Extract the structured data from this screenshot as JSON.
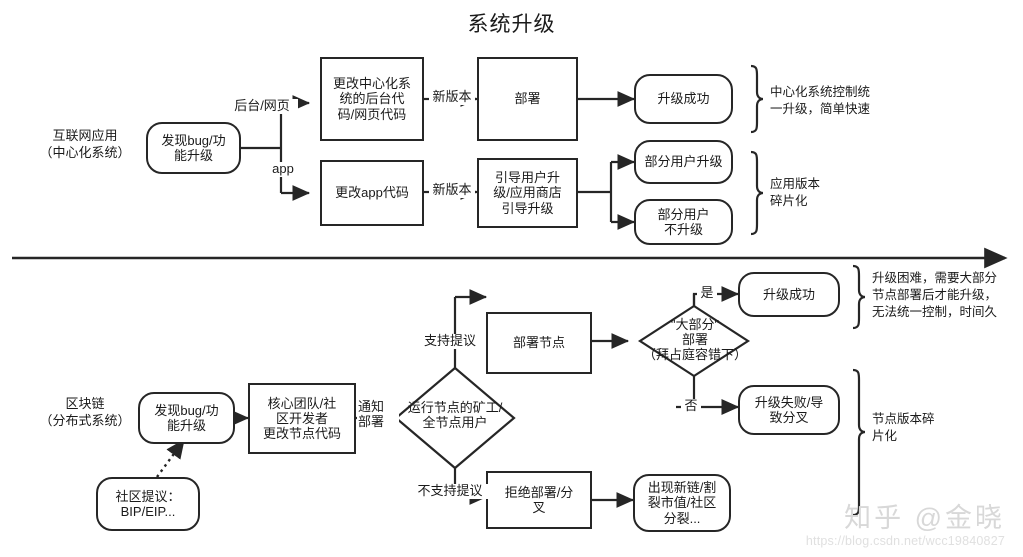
{
  "title": "系统升级",
  "sections": {
    "top": {
      "row_label": "互联网应用\n（中心化系统）"
    },
    "bottom": {
      "row_label": "区块链\n（分布式系统）"
    }
  },
  "nodes": {
    "n_find_bug_top": "发现bug/功\n能升级",
    "n_change_backend": "更改中心化系\n统的后台代\n码/网页代码",
    "n_deploy": "部署",
    "n_upgrade_success_top": "升级成功",
    "n_change_app": "更改app代码",
    "n_guide_user": "引导用户升\n级/应用商店\n引导升级",
    "n_some_users_upgrade": "部分用户升级",
    "n_some_users_not_upgrade": "部分用户\n不升级",
    "n_find_bug_bottom": "发现bug/功\n能升级",
    "n_community_proposal": "社区提议：\nBIP/EIP...",
    "n_core_team": "核心团队/社\n区开发者\n更改节点代码",
    "n_miners_decision": "运行节点的矿工/\n全节点用户",
    "n_deploy_node": "部署节点",
    "n_majority_decision": "\"大部分\"\n部署\n（拜占庭容错下）",
    "n_upgrade_success_bottom": "升级成功",
    "n_upgrade_fail": "升级失败/导\n致分叉",
    "n_refuse_deploy": "拒绝部署/分\n叉",
    "n_new_chain": "出现新链/割\n裂市值/社区\n分裂..."
  },
  "edge_labels": {
    "e_backend_web": "后台/网页",
    "e_app": "app",
    "e_new_version_1": "新版本",
    "e_new_version_2": "新版本",
    "e_notify_deploy": "通知\n部署",
    "e_support": "支持提议",
    "e_not_support": "不支持提议",
    "e_yes": "是",
    "e_no": "否"
  },
  "annotations": {
    "a_centralized": "中心化系统控制统\n一升级，简单快速",
    "a_app_fragmentation": "应用版本\n碎片化",
    "a_upgrade_hard": "升级困难，需要大部分\n节点部署后才能升级，\n无法统一控制，时间久",
    "a_node_fragmentation": "节点版本碎\n片化"
  },
  "watermarks": {
    "zhihu": "知乎 @金晓",
    "url": "https://blog.csdn.net/wcc19840827"
  },
  "colors": {
    "stroke": "#262626",
    "background": "#ffffff",
    "text": "#1a1a1a",
    "watermark": "#d8d8d8"
  }
}
